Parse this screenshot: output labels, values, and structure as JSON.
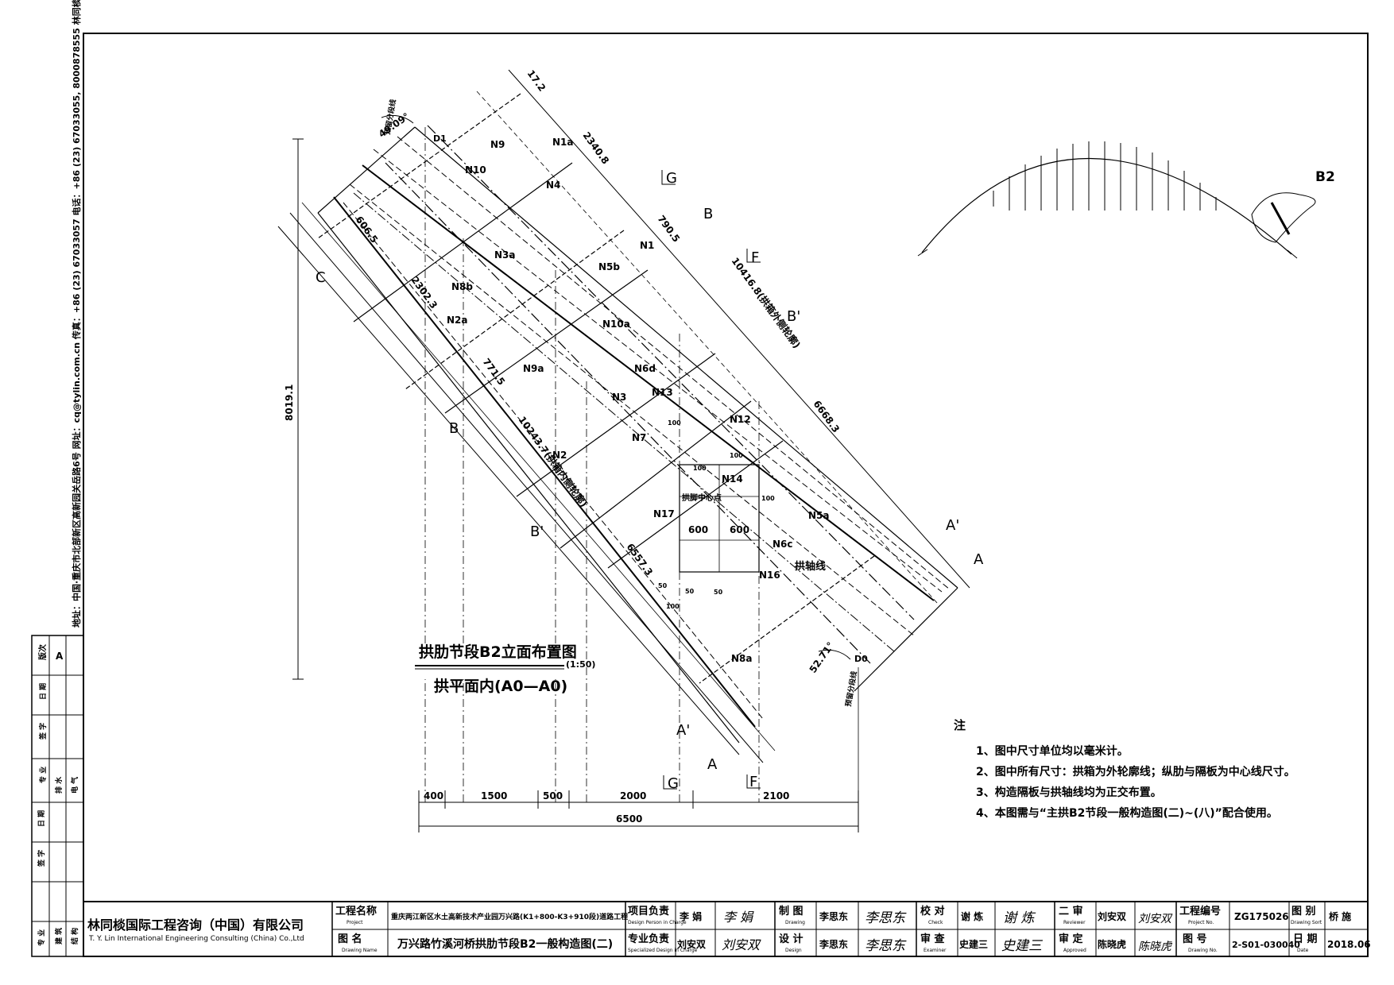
{
  "left_margin": {
    "address_line": "地址：中国·重庆市北部新区高新园关岳路6号  网址：cq@tylin.com.cn  传真：+86 (23) 67033057  电话：+86 (23) 67033055, 8000878555 林同棪国际工程咨询  勘察设计证书号",
    "revision_label": "版次",
    "revision_value": "A",
    "col_labels": [
      "日 期",
      "签 字",
      "专 业",
      "日 期",
      "签 字",
      "专 业"
    ],
    "col_values": [
      "排 水",
      "电 气",
      "建 筑",
      "结 构"
    ]
  },
  "drawing": {
    "angle_top": "49.09°",
    "angle_bottom": "52.71°",
    "point_top": "D1",
    "point_bottom": "D0",
    "reserve_top": "预留分段线",
    "reserve_bottom": "预留分段线",
    "part_labels": [
      "N1a",
      "N9",
      "N10",
      "N4",
      "N1",
      "N3a",
      "N5b",
      "N8b",
      "N2a",
      "N10a",
      "N9a",
      "N6d",
      "N13",
      "N3",
      "N12",
      "N7",
      "N2",
      "N14",
      "N17",
      "N5a",
      "N6c",
      "N16",
      "N8a"
    ],
    "small_dims": [
      "100",
      "100",
      "100",
      "100",
      "100",
      "50",
      "50",
      "50"
    ],
    "center_label": "拱脚中心点",
    "dims": {
      "top": "17.2",
      "d2340": "2340.8",
      "d790": "790.5",
      "d10416": "10416.8(拱箱外侧轮廓)",
      "d6668": "6668.3",
      "d606": "606.5",
      "d2302": "2302.3",
      "d771": "771.5",
      "d10243": "10243.7(拱箱内侧轮廓)",
      "d6557": "6557.3",
      "vertical": "8019.1",
      "w600a": "600",
      "w600b": "600"
    },
    "section_marks": [
      "G",
      "B",
      "F",
      "B'",
      "C",
      "B",
      "B'",
      "A'",
      "A",
      "A'",
      "A",
      "G",
      "F"
    ],
    "arch_axis_label": "拱轴线",
    "key_label": "B2",
    "bottom_dims": [
      "400",
      "1500",
      "500",
      "2000",
      "2100"
    ],
    "bottom_total": "6500",
    "title": "拱肋节段B2立面布置图",
    "scale": "(1:50)",
    "subtitle": "拱平面内(A0—A0)"
  },
  "notes": {
    "heading": "注",
    "items": [
      "1、图中尺寸单位均以毫米计。",
      "2、图中所有尺寸：拱箱为外轮廓线；纵肋与隔板为中心线尺寸。",
      "3、构造隔板与拱轴线均为正交布置。",
      "4、本图需与“主拱B2节段一般构造图(二)~(八)”配合使用。"
    ]
  },
  "title_block": {
    "company_cn": "林同棪国际工程咨询（中国）有限公司",
    "company_en": "T. Y. Lin International Engineering Consulting (China) Co.,Ltd",
    "project_label": "工程名称",
    "project_label_en": "Project",
    "project_name": "重庆两江新区水土高新技术产业园万兴路(K1+800-K3+910段)道路工程",
    "drawing_label": "图  名",
    "drawing_label_en": "Drawing Name",
    "drawing_name": "万兴路竹溪河桥拱肋节段B2一般构造图(二)",
    "pm_label": "项目负责",
    "pm_label_en": "Design Person in Charge",
    "pm_name": "李  娟",
    "spec_label": "专业负责",
    "spec_label_en": "Specialized Design in Charge",
    "spec_name": "刘安双",
    "draw_label": "制  图",
    "draw_label_en": "Drawing",
    "draw_name": "李思东",
    "design_label": "设  计",
    "design_label_en": "Design",
    "design_name": "李思东",
    "check_label": "校  对",
    "check_label_en": "Check",
    "check_name": "谢  炼",
    "exam_label": "审  查",
    "exam_label_en": "Examiner",
    "exam_name": "史建三",
    "review_label": "二  审",
    "review_label_en": "Reviewer",
    "review_name": "刘安双",
    "approve_label": "审  定",
    "approve_label_en": "Approved",
    "approve_name": "陈晓虎",
    "projno_label": "工程编号",
    "projno_label_en": "Project No.",
    "projno": "ZG175026",
    "sort_label": "图  别",
    "sort_label_en": "Drawing Sort",
    "sort": "桥  施",
    "drawno_label": "图  号",
    "drawno_label_en": "Drawing No.",
    "drawno": "2-S01-030040",
    "date_label": "日  期",
    "date_label_en": "Date",
    "date": "2018.06"
  }
}
